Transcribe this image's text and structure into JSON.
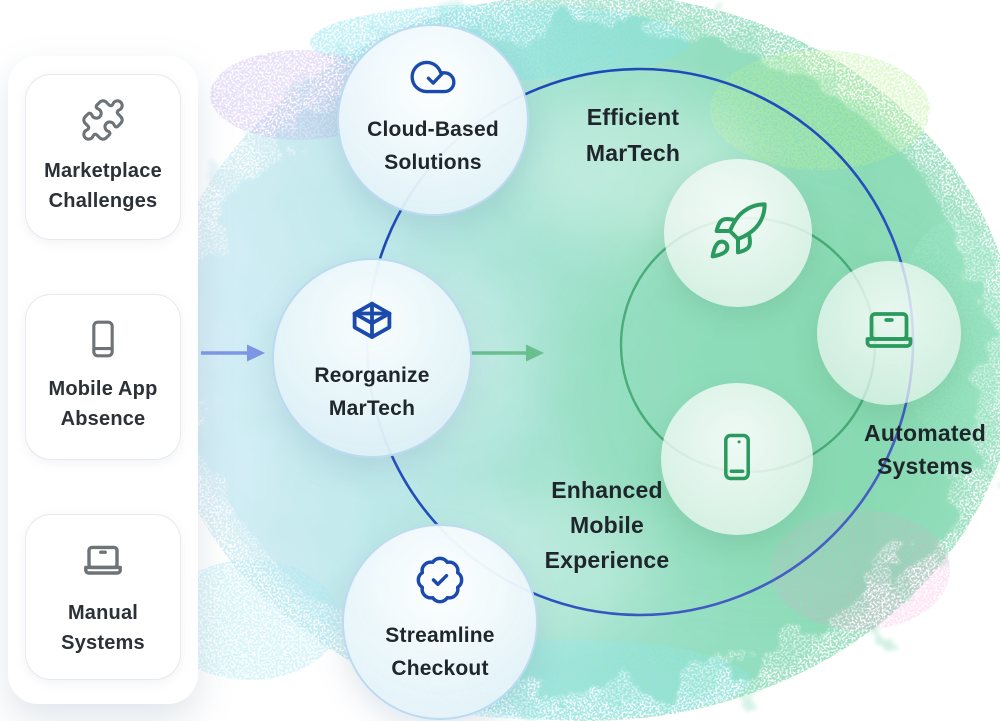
{
  "sidebar": {
    "cards": [
      {
        "icon": "puzzle-icon",
        "label": "Marketplace Challenges"
      },
      {
        "icon": "smartphone-icon",
        "label": "Mobile App Absence"
      },
      {
        "icon": "laptop-icon",
        "label": "Manual Systems"
      }
    ]
  },
  "flow": {
    "center_node": {
      "icon": "cube-3d-icon",
      "label": "Reorganize MarTech"
    },
    "top_node": {
      "icon": "cloud-check-icon",
      "label": "Cloud-Based Solutions"
    },
    "bottom_node": {
      "icon": "badge-check-icon",
      "label": "Streamline Checkout"
    }
  },
  "outcomes": {
    "efficient": {
      "icon": "rocket-icon",
      "label": "Efficient MarTech"
    },
    "mobile": {
      "icon": "smartphone-icon",
      "label": "Enhanced Mobile Experience"
    },
    "automated": {
      "icon": "laptop-icon",
      "label": "Automated Systems"
    }
  },
  "colors": {
    "icon_blue": "#1b4aad",
    "icon_green": "#2b9a5e",
    "icon_gray": "#6e7377",
    "ring_navy": "#1c48b3",
    "ring_green": "#35a066",
    "arrow_blue": "#7e97e6",
    "arrow_green": "#68c08f",
    "text_dark": "#262d33",
    "bg_blue": "#cdeaf5",
    "bg_green": "#8edcb8"
  }
}
